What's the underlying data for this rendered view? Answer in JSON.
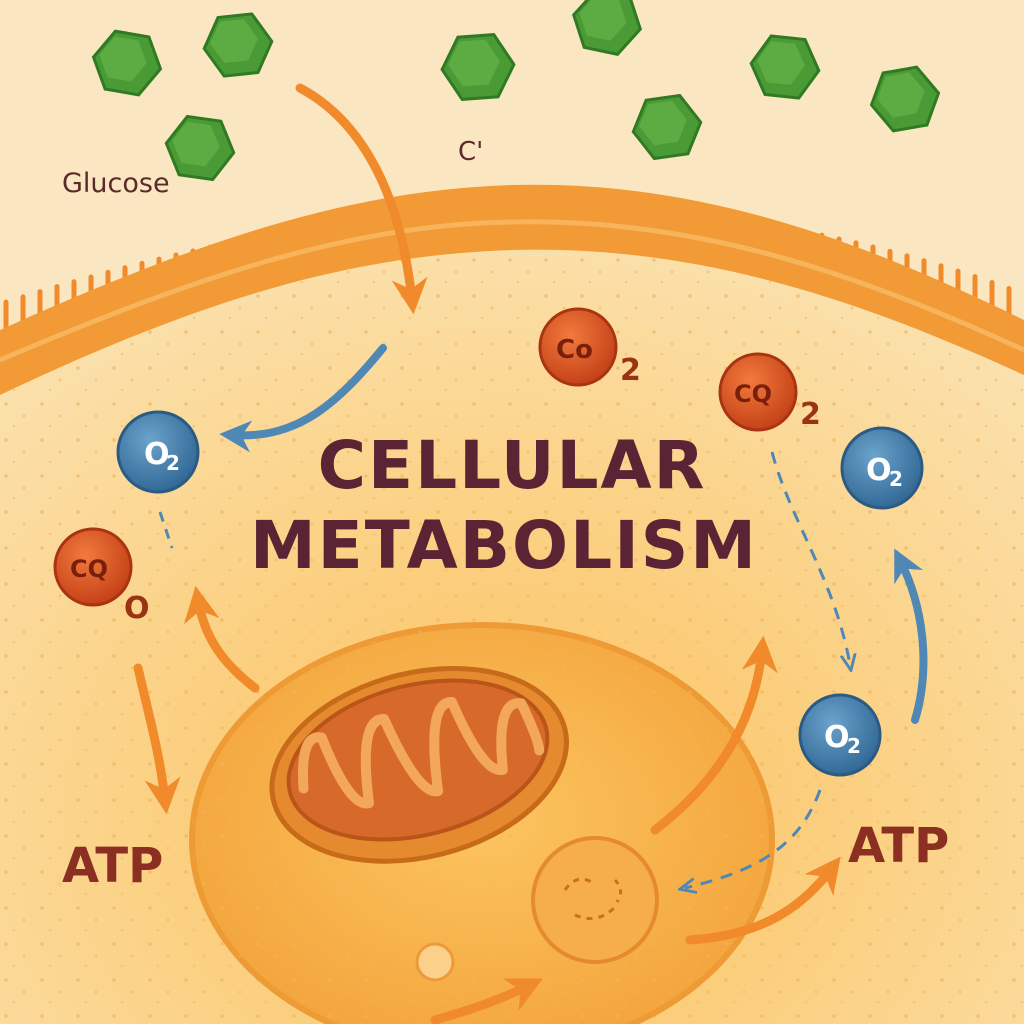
{
  "title": {
    "line1": "CELLULAR",
    "line2": "METABOLISM"
  },
  "labels": {
    "glucose": "Glucose",
    "atp_left": "ATP",
    "atp_right": "ATP",
    "stray_mark": "C'"
  },
  "molecules": {
    "o2_left": {
      "main": "O",
      "sub": "2"
    },
    "o2_right_top": {
      "main": "O",
      "sub": "2"
    },
    "o2_right_mid": {
      "main": "O",
      "sub": "2"
    },
    "co2_center": {
      "main": "Co",
      "sub": "2"
    },
    "co2_right": {
      "main": "CQ",
      "sub": "2"
    },
    "co2_left": {
      "main": "CQ",
      "sub": "O"
    }
  },
  "colors": {
    "background": "#fbe6c2",
    "cytoplasm": "#fbd58e",
    "membrane": "#f0962e",
    "glucose_green": "#4a9b35",
    "o2_blue": "#3b74a2",
    "co2_red": "#d8501f",
    "title": "#5a2434",
    "arrow_orange": "#f08a2a",
    "arrow_blue": "#4f88b4"
  },
  "icons": {
    "glucose": "hexagon-molecule-icon",
    "mitochondrion": "mitochondrion-icon",
    "vesicle": "vesicle-icon"
  }
}
